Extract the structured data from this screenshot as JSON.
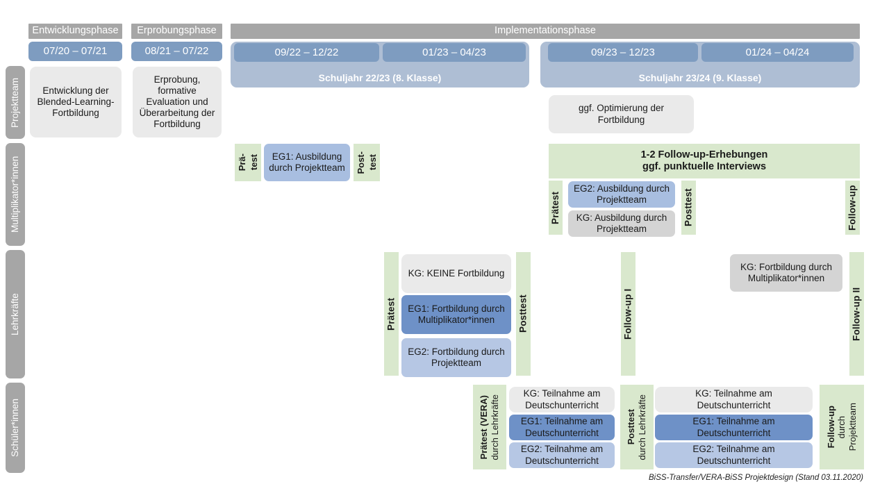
{
  "diagram": {
    "title": "BiSS-Transfer/VERA-BiSS Projektdesign",
    "footer": "BiSS-Transfer/VERA-BiSS Projektdesign (Stand 03.11.2020)",
    "colors": {
      "gray_header": "#a6a6a6",
      "date_pill_blue": "#7e9cc0",
      "year_band_blue": "#aebed4",
      "green": "#d9e8cd",
      "gray_box": "#eaeaea",
      "gray_box_dark": "#d4d4d4",
      "blue_light": "#b6c7e4",
      "blue_mid": "#a8bee0",
      "blue_dark": "#6e91c7"
    }
  },
  "phases": [
    {
      "name": "Entwicklungsphase",
      "period": "07/20 – 07/21"
    },
    {
      "name": "Erprobungsphase",
      "period": "08/21 – 07/22"
    },
    {
      "name": "Implementationsphase",
      "period": ""
    }
  ],
  "periods": [
    {
      "label": "09/22 – 12/22"
    },
    {
      "label": "01/23 – 04/23"
    },
    {
      "label": "09/23 – 12/23"
    },
    {
      "label": "01/24 – 04/24"
    }
  ],
  "school_years": [
    {
      "label": "Schuljahr 22/23 (8. Klasse)"
    },
    {
      "label": "Schuljahr 23/24 (9. Klasse)"
    }
  ],
  "actors": [
    {
      "label": "Projektteam"
    },
    {
      "label": "Multiplikator*innen"
    },
    {
      "label": "Lehrkräfte"
    },
    {
      "label": "Schüler*innen"
    }
  ],
  "projektteam": {
    "entwicklung": "Entwicklung der Blended-Learning-Fortbildung",
    "erprobung": "Erprobung, formative Evaluation und Überarbeitung der Fortbildung",
    "optimierung": "ggf. Optimierung der Fortbildung"
  },
  "multiplikatoren": {
    "praetest_line1": "Prä-",
    "praetest_line2": "test",
    "eg1": "EG1: Ausbildung durch Projektteam",
    "posttest_line1": "Post-",
    "posttest_line2": "test",
    "followup_banner_line1": "1-2 Follow-up-Erhebungen",
    "followup_banner_line2": "ggf. punktuelle Interviews",
    "praetest2": "Prätest",
    "eg2": "EG2: Ausbildung durch Projektteam",
    "kg": "KG: Ausbildung durch Projektteam",
    "posttest2": "Posttest",
    "followup": "Follow-up"
  },
  "lehrkraefte": {
    "praetest": "Prätest",
    "kg": "KG:  KEINE Fortbildung",
    "eg1": "EG1: Fortbildung durch Multiplikator*innen",
    "eg2": "EG2: Fortbildung durch Projektteam",
    "posttest": "Posttest",
    "followup1": "Follow-up I",
    "kg2": "KG: Fortbildung durch Multiplikator*innen",
    "followup2": "Follow-up II"
  },
  "schueler": {
    "praetest_bold": "Prätest (VERA)",
    "praetest_reg": "durch Lehrkräfte",
    "kg1": "KG: Teilnahme am Deutschunterricht",
    "eg1_1": "EG1: Teilnahme am Deutschunterricht",
    "eg2_1": "EG2: Teilnahme am Deutschunterricht",
    "posttest_bold": "Posttest",
    "posttest_reg": "durch Lehrkräfte",
    "kg2": "KG: Teilnahme am Deutschunterricht",
    "eg1_2": "EG1: Teilnahme am Deutschunterricht",
    "eg2_2": "EG2: Teilnahme am Deutschunterricht",
    "followup_bold": "Follow-up",
    "followup_reg1": "durch",
    "followup_reg2": "Projektteam"
  }
}
